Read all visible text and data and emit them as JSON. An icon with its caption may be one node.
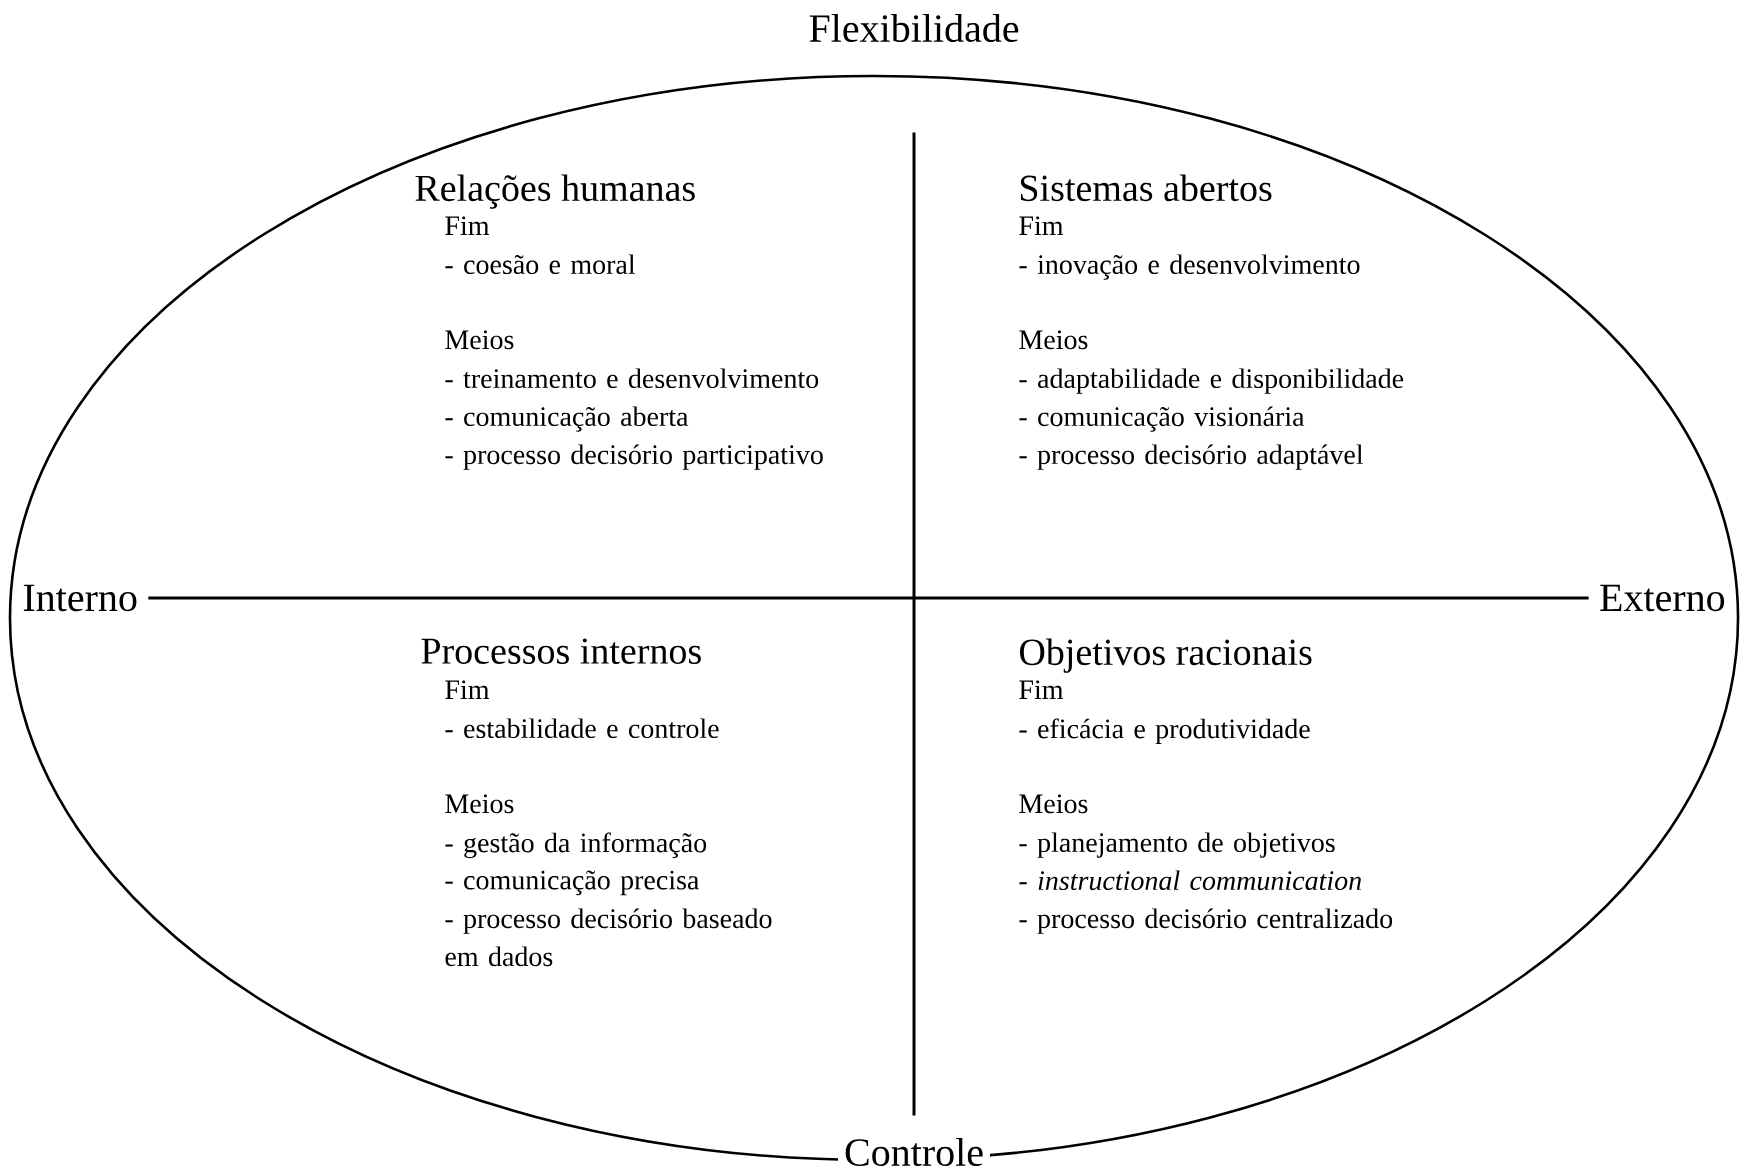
{
  "diagram": {
    "nodes": [
      {
        "text": [
          "Flexibilidade"
        ]
      },
      {
        "text": [
          "Interno"
        ]
      },
      {
        "text": [
          "Externo"
        ]
      },
      {
        "text": [
          "Controle"
        ]
      }
    ],
    "edges": [
      {
        "from": 1,
        "to": 2,
        "arrow": "none"
      },
      {
        "from": 0,
        "to": 3,
        "arrow": "none"
      }
    ],
    "labels": [
      "Relações humanas",
      "Fim",
      "- coesão e moral",
      "Meios",
      "- treinamento e desenvolvimento",
      "- comunicação aberta",
      "- processo decisório participativo",
      "Sistemas abertos",
      "Fim",
      "- inovação e desenvolvimento",
      "Meios",
      "- adaptabilidade e disponibilidade",
      "- comunicação visionária",
      "- processo decisório adaptável",
      "Processos internos",
      "Fim",
      "- estabilidade e controle",
      "Meios",
      "- gestão da informação",
      "- comunicação precisa",
      "- processo decisório baseado em dados",
      "Objetivos racionais",
      "Fim",
      "- eficácia e produtividade",
      "Meios",
      "- planejamento de objetivos",
      "- *instructional communication*",
      "- processo decisório centralizado"
    ]
  }
}
